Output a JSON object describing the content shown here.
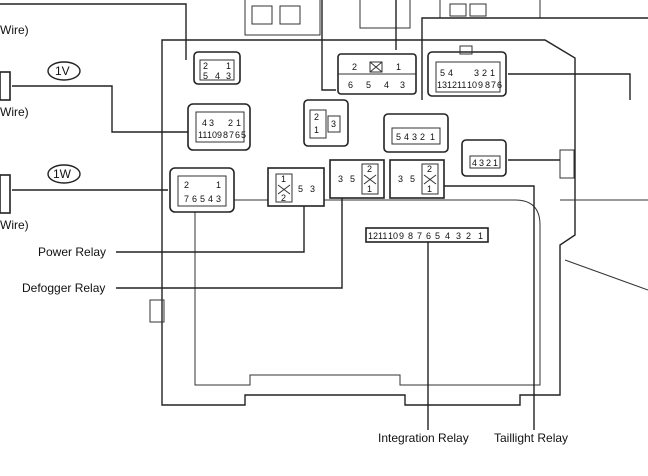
{
  "wire_labels": [
    "Wire)",
    "Wire)",
    "Wire)"
  ],
  "callouts": {
    "v1": "1V",
    "w1": "1W"
  },
  "relay_labels": {
    "power": "Power Relay",
    "defogger": "Defogger Relay",
    "integration": "Integration Relay",
    "taillight": "Taillight Relay"
  },
  "connectors": {
    "top_left_a": [
      "2",
      "1",
      "5",
      "4",
      "3"
    ],
    "top_center": [
      "2",
      "1",
      "6",
      "5",
      "4",
      "3"
    ],
    "top_right_a": [
      "5",
      "4",
      "3",
      "2",
      "1",
      "13",
      "12",
      "11",
      "10",
      "9",
      "8",
      "7",
      "6"
    ],
    "v1_conn": [
      "4",
      "3",
      "2",
      "1",
      "11",
      "10",
      "9",
      "8",
      "7",
      "6",
      "5"
    ],
    "mid_small": [
      "2",
      "1",
      "3"
    ],
    "mid_right": [
      "5",
      "4",
      "3",
      "2",
      "1"
    ],
    "far_right": [
      "4",
      "3",
      "2",
      "1"
    ],
    "w1_conn": [
      "2",
      "1",
      "7",
      "6",
      "5",
      "4",
      "3"
    ],
    "integration_strip": [
      "12",
      "11",
      "10",
      "9",
      "8",
      "7",
      "6",
      "5",
      "4",
      "3",
      "2",
      "1"
    ]
  },
  "relays": {
    "power": [
      "1",
      "5",
      "3",
      "2"
    ],
    "defogger": [
      "3",
      "5",
      "2",
      "1"
    ],
    "taillight": [
      "3",
      "5",
      "2",
      "1"
    ]
  }
}
